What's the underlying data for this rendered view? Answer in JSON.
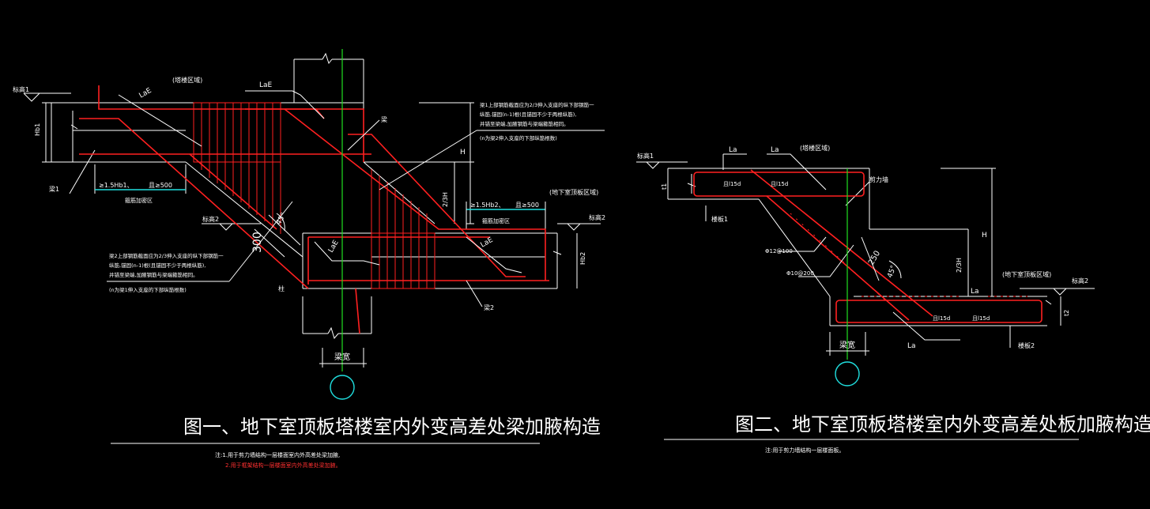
{
  "diagram1": {
    "title": "图一、地下室顶板塔楼室内外变高差处梁加腋构造",
    "note1": "注:1.用于剪力墙结构一层楼面室内外高差处梁加腋,",
    "note2": "2.用于框架结构一层楼面室内外高差处梁加腋。",
    "labels": {
      "elev1": "标高1",
      "elev2": "标高2",
      "tower_area": "(塔楼区域)",
      "outside_area": "(地下室顶板区域)",
      "laE_top": "LaE",
      "laE_diag": "LaE",
      "laE_right": "LaE",
      "laE_lower": "LaE",
      "beam": "梁",
      "beam1": "梁1",
      "beam2": "梁2",
      "hb1": "Hb1",
      "hb2": "Hb2",
      "h": "H",
      "two_third_h": "2/3H",
      "len1": "≥1.5Hb1、",
      "len1b": "且≥500",
      "len2": "≥1.5Hb2、",
      "len2b": "且≥500",
      "dense1": "箍筋加密区",
      "dense2": "箍筋加密区",
      "dim300": "300",
      "angle45": "45°",
      "column": "柱",
      "beam_width": "梁宽",
      "note_a1": "梁1上部钢筋截面应为2/3伸入支座的纵下部钢筋一",
      "note_a2": "纵筋,锚固(n-1)根(且锚固不少于两根纵筋),",
      "note_a3": "并锚至梁端,加腋钢筋与梁端箍筋相同。",
      "note_a4": "(n为梁2伸入支座的下部纵筋根数)",
      "note_b1": "梁2上部钢筋截面应为2/3伸入支座的纵下部钢筋一",
      "note_b2": "纵筋,锚固(n-1)根(且锚固不少于两根纵筋),",
      "note_b3": "并锚至梁端,加腋钢筋与梁端箍筋相同。",
      "note_b4": "(n为梁1伸入支座的下部纵筋根数)"
    }
  },
  "diagram2": {
    "title": "图二、地下室顶板塔楼室内外变高差处板加腋构造",
    "note": "注:用于剪力墙结构一层楼面板。",
    "labels": {
      "elev1": "标高1",
      "elev2": "标高2",
      "slab1": "楼板1",
      "slab2": "楼板2",
      "tower_area": "(塔楼区域)",
      "outside_area": "(地下室顶板区域)",
      "la1": "La",
      "la2": "La",
      "la3": "La",
      "la4": "La",
      "l15d_1": "且l15d",
      "l15d_2": "且l15d",
      "l15d_3": "且l15d",
      "l15d_4": "且l15d",
      "shear_wall": "剪力墙",
      "bar1": "Φ12@100",
      "bar2": "Φ10@200",
      "t1": "t1",
      "t2": "t2",
      "h": "H",
      "two_third_h": "2/3H",
      "dim250": "250",
      "angle45": "45°",
      "beam_width": "梁宽"
    }
  },
  "colors": {
    "background": "#000000",
    "line": "#ffffff",
    "rebar": "#ff2020",
    "axis": "#20e020",
    "axis_circle": "#20e0e0",
    "note_red": "#ff3030"
  }
}
